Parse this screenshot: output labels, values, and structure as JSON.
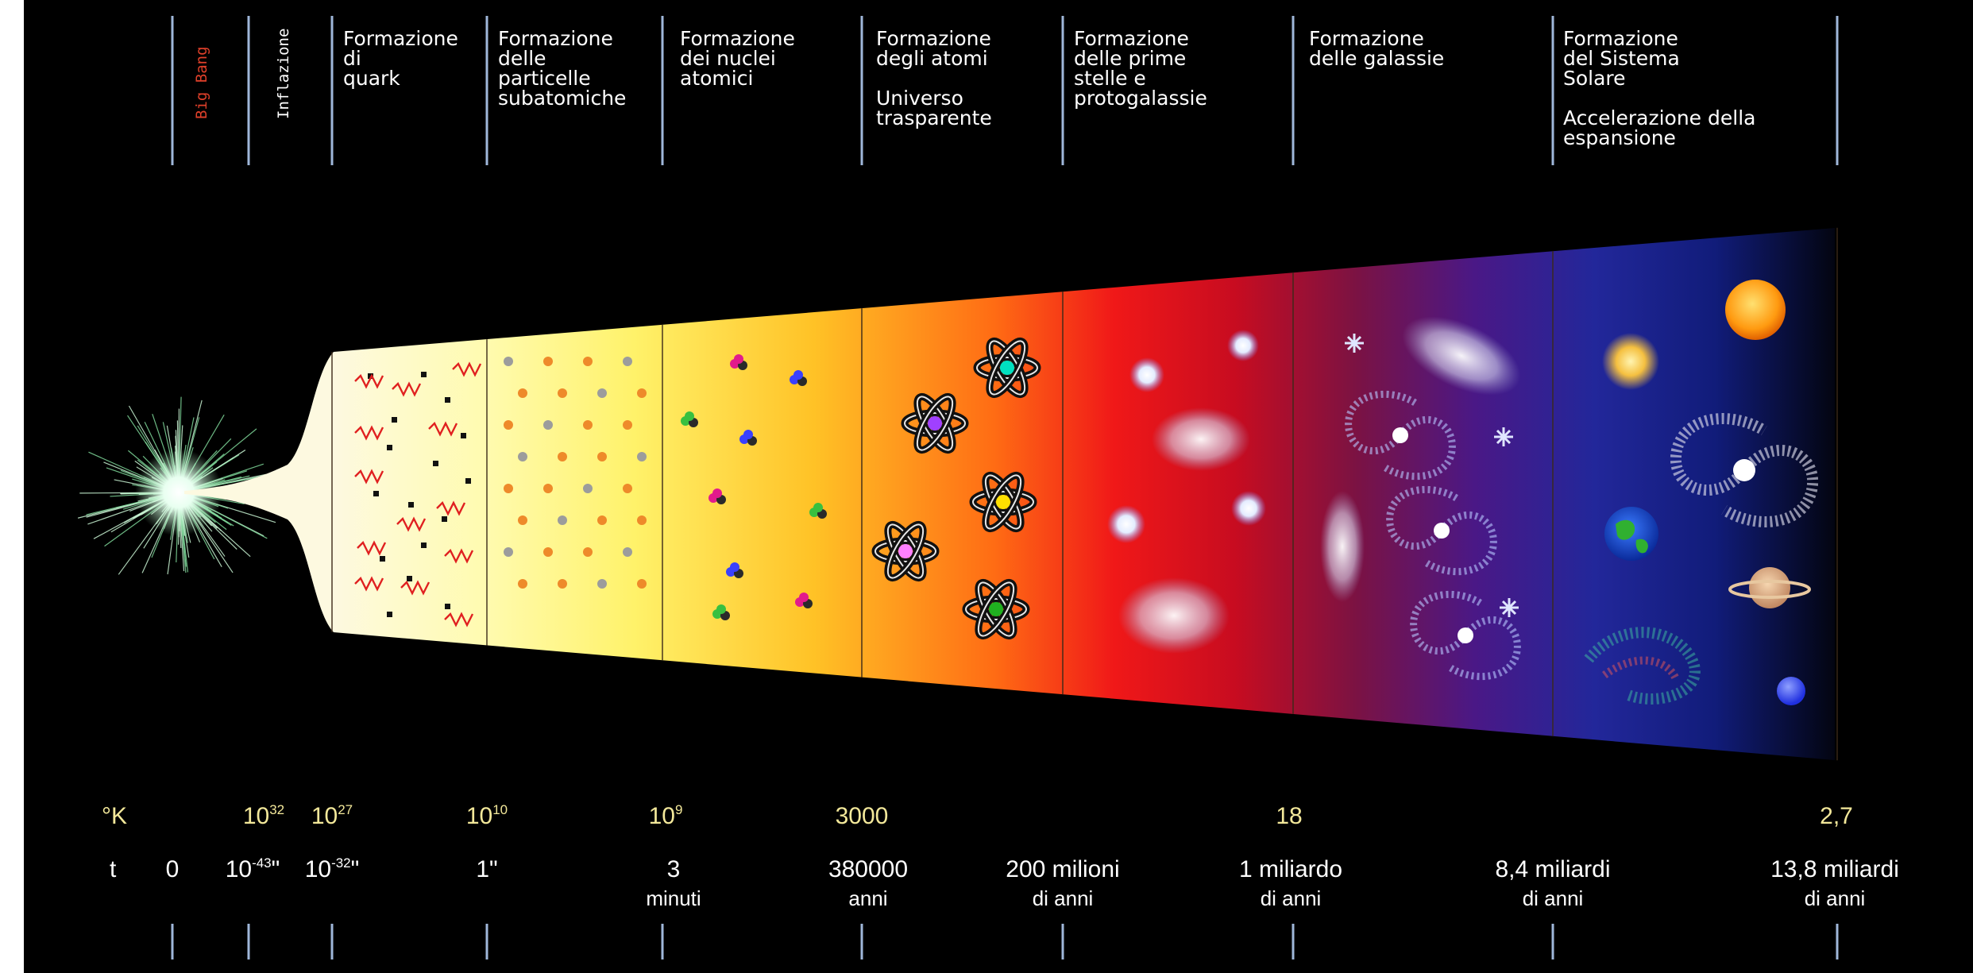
{
  "epochs": [
    {
      "label": "Big Bang"
    },
    {
      "label": "Inflazione"
    },
    {
      "lines": [
        "Formazione",
        "di",
        "quark"
      ]
    },
    {
      "lines": [
        "Formazione",
        "delle",
        "particelle",
        "subatomiche"
      ]
    },
    {
      "lines": [
        "Formazione",
        "dei nuclei",
        "atomici"
      ]
    },
    {
      "lines": [
        "Formazione",
        "degli atomi",
        "",
        "Universo",
        "trasparente"
      ]
    },
    {
      "lines": [
        "Formazione",
        "delle prime",
        "stelle e",
        "protogalassie"
      ]
    },
    {
      "lines": [
        "Formazione",
        "delle galassie"
      ]
    },
    {
      "lines": [
        "Formazione",
        "del Sistema",
        "Solare",
        "",
        "Accelerazione della",
        "espansione"
      ]
    }
  ],
  "temperature": {
    "label": "°K",
    "values": [
      {
        "base": "10",
        "exp": "32"
      },
      {
        "base": "10",
        "exp": "27"
      },
      {
        "base": "10",
        "exp": "10"
      },
      {
        "base": "10",
        "exp": "9"
      },
      {
        "text": "3000"
      },
      {
        "text": "18"
      },
      {
        "text": "2,7"
      }
    ]
  },
  "time": {
    "label": "t",
    "values": [
      {
        "text": "0"
      },
      {
        "base": "10",
        "exp": "-43",
        "suffix": "\""
      },
      {
        "base": "10",
        "exp": "-32",
        "suffix": "\""
      },
      {
        "text": "1\""
      },
      {
        "line1": "3",
        "line2": "minuti"
      },
      {
        "line1": "380000",
        "line2": "anni"
      },
      {
        "line1": "200 milioni",
        "line2": "di anni"
      },
      {
        "line1": "1 miliardo",
        "line2": "di anni"
      },
      {
        "line1": "8,4 miliardi",
        "line2": "di anni"
      },
      {
        "line1": "13,8 miliardi",
        "line2": "di anni"
      }
    ]
  },
  "colors": {
    "background": "#000000",
    "divider": "#9fb7da",
    "big_bang_label": "#e0402a",
    "label_text": "#ffffff",
    "temperature_text": "#f3e89a",
    "cone_gradient": [
      "#fdf9e0",
      "#fff57a",
      "#ffb41c",
      "#ff4a10",
      "#d40a14",
      "#8a1038",
      "#4a1580",
      "#1c2b90",
      "#0b1570"
    ]
  }
}
